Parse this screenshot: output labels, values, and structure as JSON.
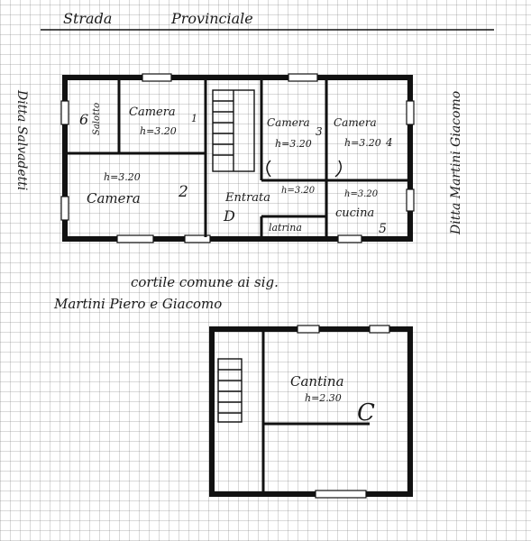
{
  "labels": {
    "strada_1": "Strada",
    "strada_2": "Provinciale",
    "ditta_left": "Ditta Salvadetti",
    "ditta_right": "Ditta Martini Giacomo",
    "cortile_1": "cortile comune ai sig.",
    "cortile_2": "Martini Piero e Giacomo"
  },
  "ground_floor": {
    "salotto": {
      "label": "Salotto",
      "number": "6"
    },
    "camera_1": {
      "label": "Camera",
      "height": "h=3.20",
      "number": "1"
    },
    "camera_2": {
      "label": "Camera",
      "height": "h=3.20",
      "number": "2"
    },
    "camera_3": {
      "label": "Camera",
      "height": "h=3.20",
      "number": "3"
    },
    "camera_4": {
      "label": "Camera",
      "height": "h=3.20",
      "number": "4"
    },
    "entrata": {
      "label": "Entrata",
      "height": "h=3.20",
      "number": "D"
    },
    "cucina": {
      "label": "cucina",
      "height": "h=3.20",
      "number": "5"
    },
    "latrina": {
      "label": "latrina"
    }
  },
  "basement": {
    "cantina": {
      "label": "Cantina",
      "height": "h=2.30",
      "number": "C"
    }
  }
}
